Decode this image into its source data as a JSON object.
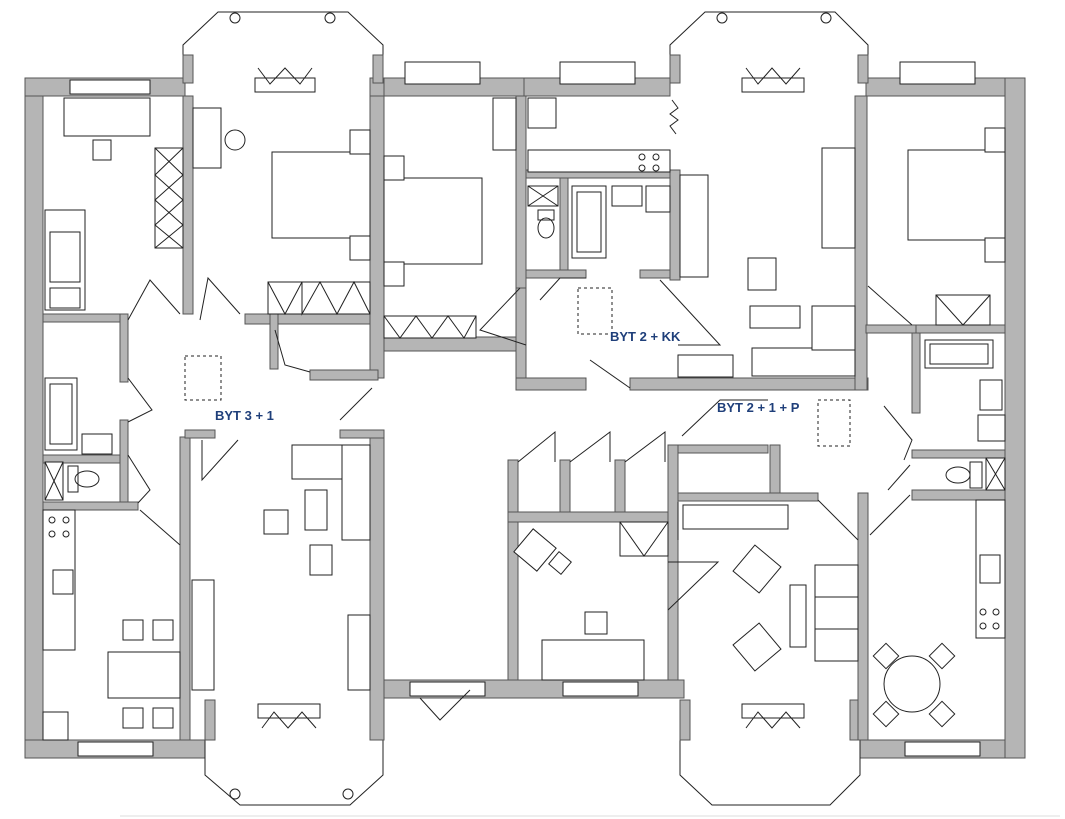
{
  "plan": {
    "labels": [
      {
        "id": "byt-3-1",
        "text": "BYT 3 + 1"
      },
      {
        "id": "byt-2-kk",
        "text": "BYT 2 + KK"
      },
      {
        "id": "byt-2-1-p",
        "text": "BYT 2 + 1 + P"
      }
    ],
    "colors": {
      "label": "#1f3f7a",
      "wall": "#b5b5b5",
      "line": "#222222"
    }
  }
}
